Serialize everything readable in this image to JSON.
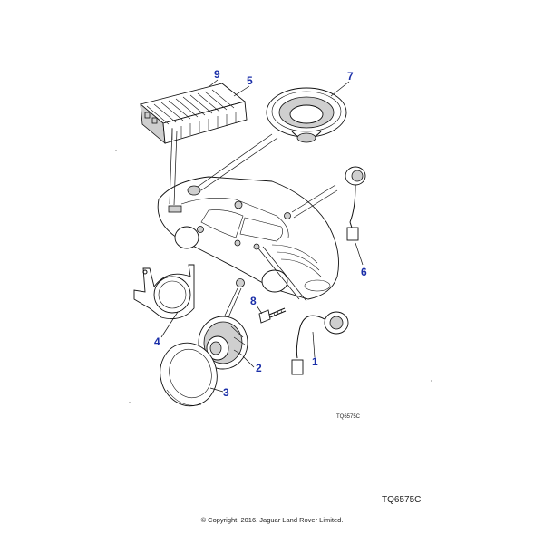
{
  "diagram": {
    "callouts": [
      {
        "id": "9",
        "label": "9"
      },
      {
        "id": "5",
        "label": "5"
      },
      {
        "id": "7",
        "label": "7"
      },
      {
        "id": "6",
        "label": "6"
      },
      {
        "id": "4",
        "label": "4"
      },
      {
        "id": "8",
        "label": "8"
      },
      {
        "id": "1",
        "label": "1"
      },
      {
        "id": "2",
        "label": "2"
      },
      {
        "id": "3",
        "label": "3"
      }
    ],
    "inner_code": "TQ6575C"
  },
  "footer": {
    "reference_code": "TQ6575C",
    "copyright": "© Copyright, 2016. Jaguar Land Rover Limited."
  },
  "colors": {
    "callout": "#1a2ea8",
    "line": "#111111"
  }
}
